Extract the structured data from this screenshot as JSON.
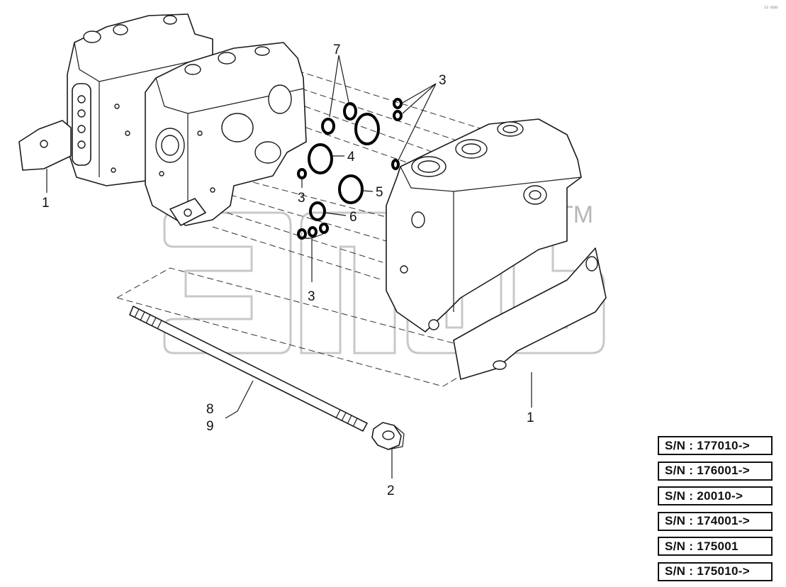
{
  "corner_mark": "ᶻᶻ ᵅᵅᵅ",
  "watermark": {
    "tm": "TM"
  },
  "callouts": {
    "c1_left": "1",
    "c1_right": "1",
    "c2": "2",
    "c3_top": "3",
    "c3_mid": "3",
    "c3_bottom": "3",
    "c4": "4",
    "c5": "5",
    "c6": "6",
    "c7": "7",
    "c8": "8",
    "c9": "9"
  },
  "serial_numbers": [
    "S/N : 177010->",
    "S/N : 176001->",
    "S/N : 20010->",
    "S/N : 174001->",
    "S/N : 175001",
    "S/N : 175010->"
  ]
}
